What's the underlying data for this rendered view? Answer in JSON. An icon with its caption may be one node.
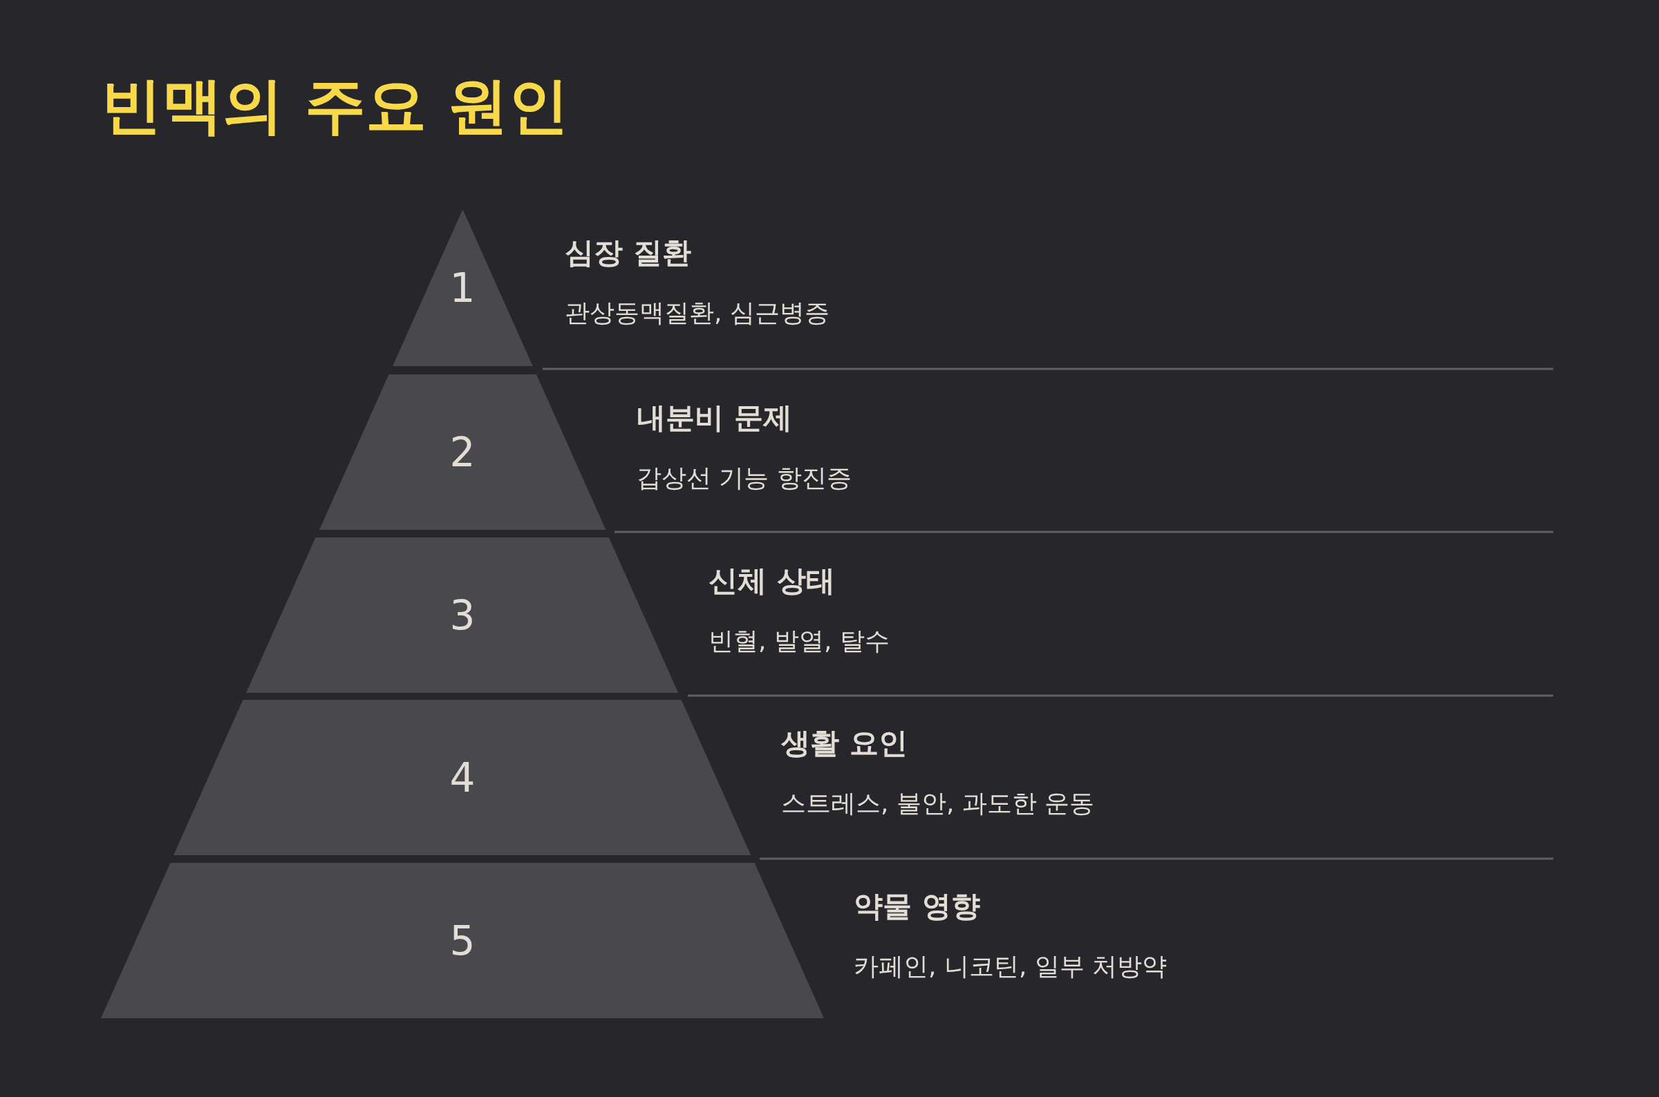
{
  "diagram": {
    "title": "빈맥의 주요 원인",
    "nodes": [
      {
        "text": [
          "1"
        ],
        "beside": [
          "심장 질환",
          "관상동맥질환, 심근병증"
        ]
      },
      {
        "text": [
          "2"
        ],
        "beside": [
          "내분비 문제",
          "갑상선 기능 항진증"
        ]
      },
      {
        "text": [
          "3"
        ],
        "beside": [
          "신체 상태",
          "빈혈, 발열, 탈수"
        ]
      },
      {
        "text": [
          "4"
        ],
        "beside": [
          "생활 요인",
          "스트레스, 불안, 과도한 운동"
        ]
      },
      {
        "text": [
          "5"
        ],
        "beside": [
          "약물 영향",
          "카페인, 니코틴, 일부 처방약"
        ]
      }
    ],
    "edges": []
  }
}
